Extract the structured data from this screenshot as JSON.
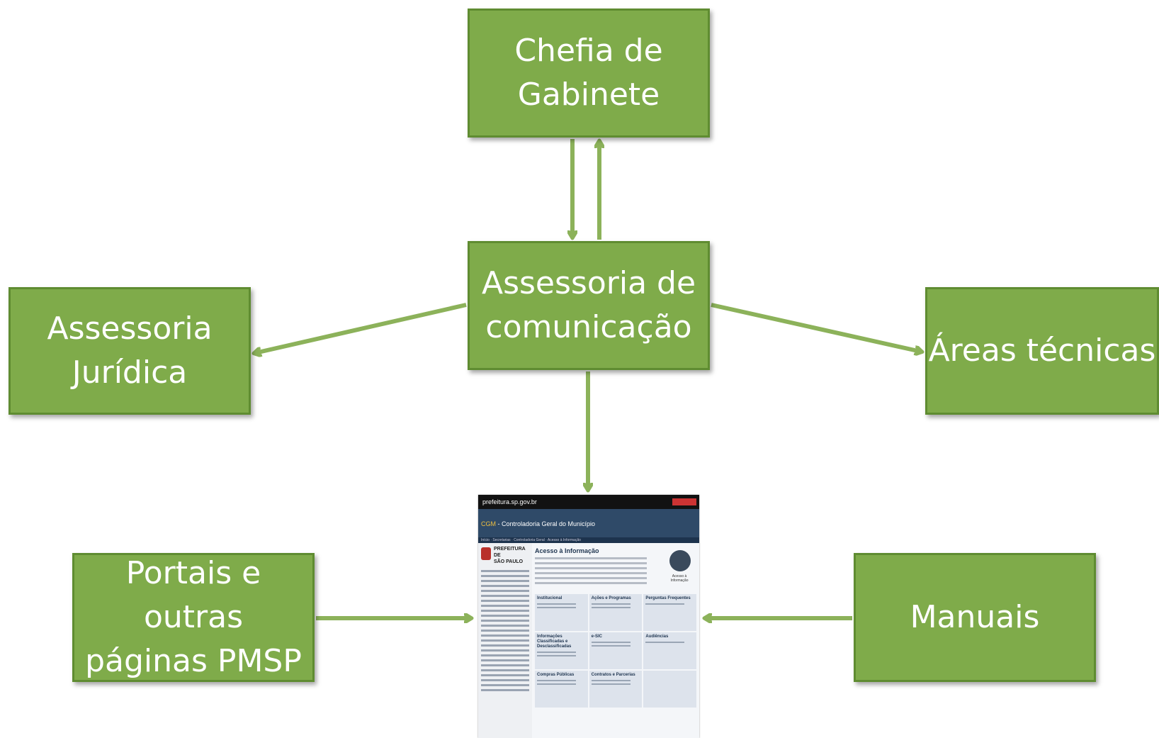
{
  "nodes": {
    "chefia": "Chefia de\nGabinete",
    "comunicacao": "Assessoria de\ncomunicação",
    "juridica": "Assessoria\nJurídica",
    "tecnicas": "Áreas técnicas",
    "portais": "Portais e outras\npáginas PMSP",
    "manuais": "Manuais"
  },
  "website": {
    "topbar": "prefeitura.sp.gov.br",
    "site_code": "CGM",
    "site_name": " - Controladoria Geral do Município",
    "breadcrumb": "Início · Secretarias · Controladoria Geral · Acesso à Informação",
    "brand": "PREFEITURA DE\nSÃO PAULO",
    "heading": "Acesso à Informação",
    "globe_caption": "Acesso à Informação",
    "cells": [
      "Institucional",
      "Ações e Programas",
      "Perguntas Frequentes",
      "Informações Classificadas e Desclassificadas",
      "e-SIC",
      "Audiências",
      "Compras Públicas",
      "Contratos e Parcerias",
      ""
    ]
  },
  "colors": {
    "box_fill": "#7fab4a",
    "box_border": "#5f8c31",
    "arrow": "#8cb25a",
    "text": "#ffffff"
  }
}
